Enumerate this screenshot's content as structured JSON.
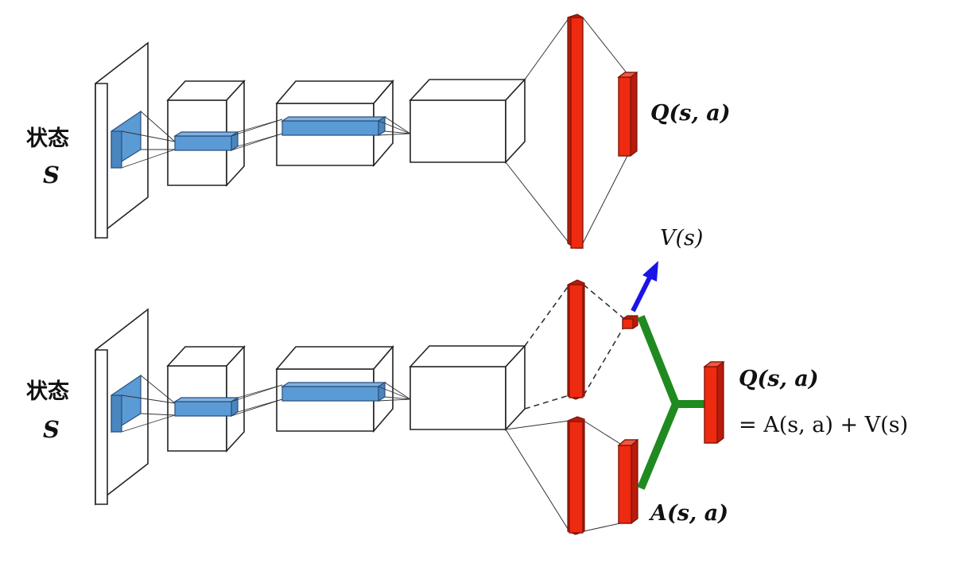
{
  "top": {
    "input_label": "状态",
    "input_symbol": "S",
    "output_label": "Q(s, a)"
  },
  "bottom": {
    "input_label": "状态",
    "input_symbol": "S",
    "value_label": "V(s)",
    "advantage_label": "A(s, a)",
    "output_label": "Q(s, a)",
    "output_equation": "= A(s, a) + V(s)"
  },
  "colors": {
    "layer_fill": "#ffffff",
    "stroke": "#222222",
    "kernel_blue": "#5b9bd5",
    "fc_red": "#ee2a10",
    "fc_red_dark": "#b71c0c",
    "stream_green": "#1f8a1f",
    "arrow_blue": "#1c14e6"
  }
}
